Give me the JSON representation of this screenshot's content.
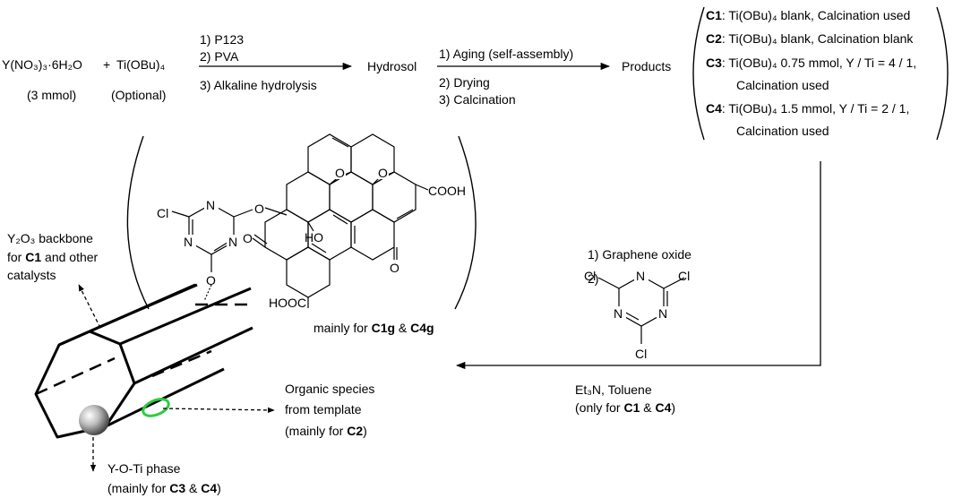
{
  "reactants": {
    "yttrium": "Y(NO₃)₃·6H₂O",
    "plus": "+",
    "titanium": "Ti(OBu)₄",
    "yttrium_amount": "(3 mmol)",
    "titanium_note": "(Optional)"
  },
  "step1": {
    "line1": "1) P123",
    "line2": "2) PVA",
    "line3": "3) Alkaline hydrolysis"
  },
  "intermediate": "Hydrosol",
  "step2": {
    "line1": "1) Aging (self-assembly)",
    "line2": "2) Drying",
    "line3": "3) Calcination"
  },
  "products_label": "Products",
  "products": [
    {
      "id": "C1",
      "text": ": Ti(OBu)₄ blank, Calcination used"
    },
    {
      "id": "C2",
      "text": ": Ti(OBu)₄ blank, Calcination blank"
    },
    {
      "id": "C3",
      "text": ": Ti(OBu)₄ 0.75 mmol, Y / Ti = 4 / 1,",
      "cont": "Calcination used"
    },
    {
      "id": "C4",
      "text": ": Ti(OBu)₄ 1.5 mmol, Y / Ti = 2 / 1,",
      "cont": "Calcination used"
    }
  ],
  "step3": {
    "line1": "1) Graphene oxide",
    "line2": "2)",
    "cond1": "Et₃N, Toluene",
    "cond2_pre": "(only for ",
    "cond2_c1": "C1",
    "cond2_amp": " & ",
    "cond2_c4": "C4",
    "cond2_post": ")"
  },
  "molecule": {
    "cl": "Cl",
    "n": "N",
    "o": "O",
    "ho": "HO",
    "cooh": "COOH",
    "hooc": "HOOC",
    "note_pre": "mainly for ",
    "note_c1g": "C1g",
    "note_amp": " & ",
    "note_c4g": "C4g"
  },
  "annotations": {
    "backbone_1": "Y₂O₃ backbone",
    "backbone_2_pre": "for ",
    "backbone_2_c1": "C1",
    "backbone_2_post": " and other",
    "backbone_3": "catalysts",
    "organic_1": "Organic species",
    "organic_2": "from template",
    "organic_3_pre": "(mainly for ",
    "organic_3_c2": "C2",
    "organic_3_post": ")",
    "yoti_1": "Y-O-Ti phase",
    "yoti_2_pre": "(mainly for ",
    "yoti_2_c3": "C3",
    "yoti_2_amp": " & ",
    "yoti_2_c4": "C4",
    "yoti_2_post": ")"
  }
}
